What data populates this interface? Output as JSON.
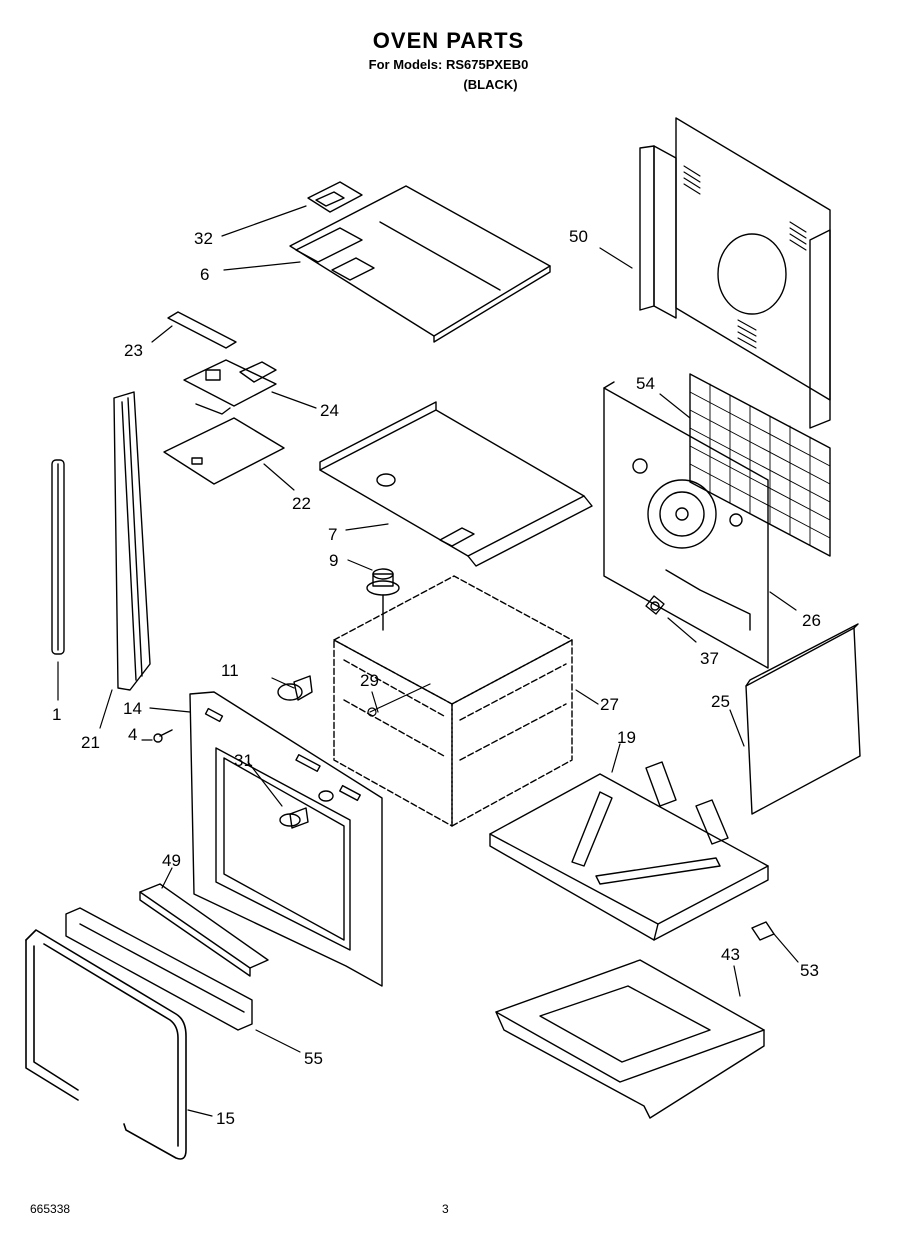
{
  "header": {
    "title": "OVEN PARTS",
    "subtitle": "For Models: RS675PXEB0",
    "variant": "(BLACK)"
  },
  "callouts": [
    "32",
    "6",
    "50",
    "23",
    "24",
    "54",
    "22",
    "7",
    "9",
    "26",
    "1",
    "11",
    "29",
    "27",
    "37",
    "21",
    "14",
    "4",
    "25",
    "19",
    "31",
    "49",
    "43",
    "53",
    "55",
    "15"
  ],
  "footer": {
    "code": "665338",
    "page": "3"
  }
}
